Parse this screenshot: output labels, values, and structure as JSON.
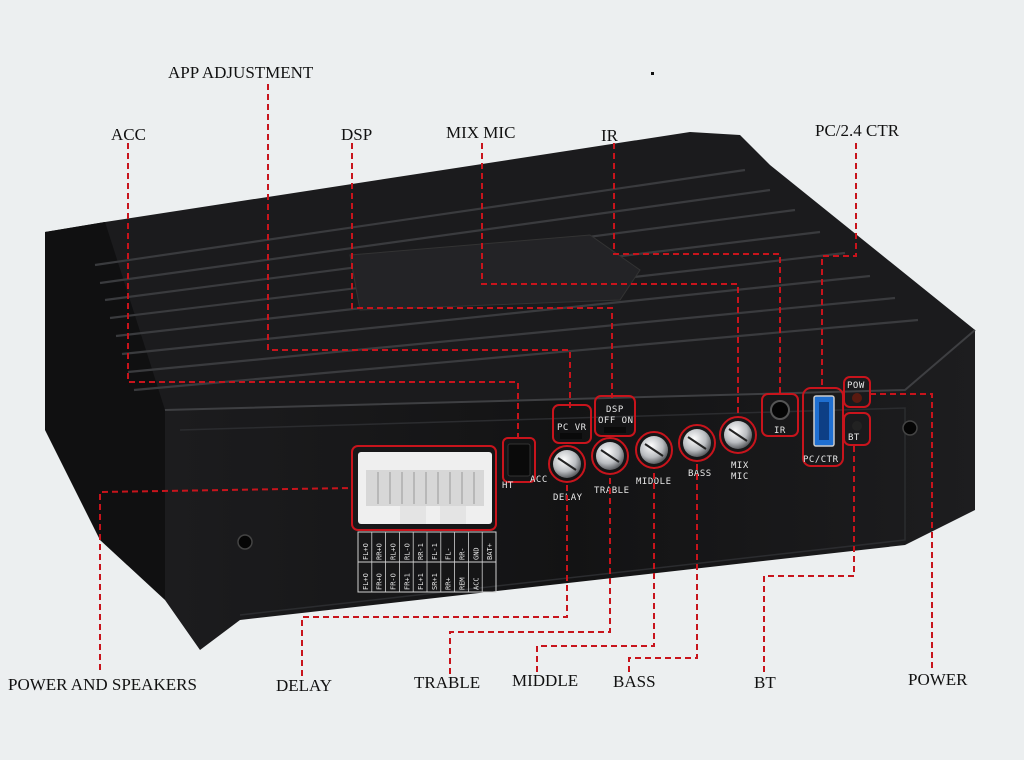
{
  "callouts": {
    "app_adjustment": "APP  ADJUSTMENT",
    "acc": "ACC",
    "dsp": "DSP",
    "mix_mic": "MIX MIC",
    "ir": "IR",
    "pc_ctr": "PC/2.4 CTR",
    "power_and_speakers": "POWER AND SPEAKERS",
    "delay": "DELAY",
    "trable": "TRABLE",
    "middle": "MIDDLE",
    "bass": "BASS",
    "bt": "BT",
    "power": "POWER"
  },
  "panel_labels": {
    "pc_vr": "PC  VR",
    "dsp_switch_title": "DSP",
    "dsp_switch_states": "OFF  ON",
    "ht": "HT",
    "acc": "ACC",
    "delay": "DELAY",
    "trable": "TRABLE",
    "middle": "MIDDLE",
    "bass": "BASS",
    "mix": "MIX",
    "mic": "MIC",
    "ir": "IR",
    "pc_ctr": "PC/CTR",
    "pow": "POW",
    "bt": "BT"
  },
  "pinout": {
    "top_row": [
      "FL+O",
      "RR+O",
      "RL+O",
      "RL-O",
      "RR-1",
      "FL-1",
      "FL-",
      "RR-",
      "GND",
      "BAT+"
    ],
    "bottom_row": [
      "FL+O",
      "FR+O",
      "FR-O",
      "FR+1",
      "FL+1",
      "SR+1",
      "RR+",
      "REM",
      "ACC",
      ""
    ]
  },
  "colors": {
    "leader_red": "#c8141c",
    "body_black": "#161617",
    "usb_blue": "#1f6fd1"
  }
}
